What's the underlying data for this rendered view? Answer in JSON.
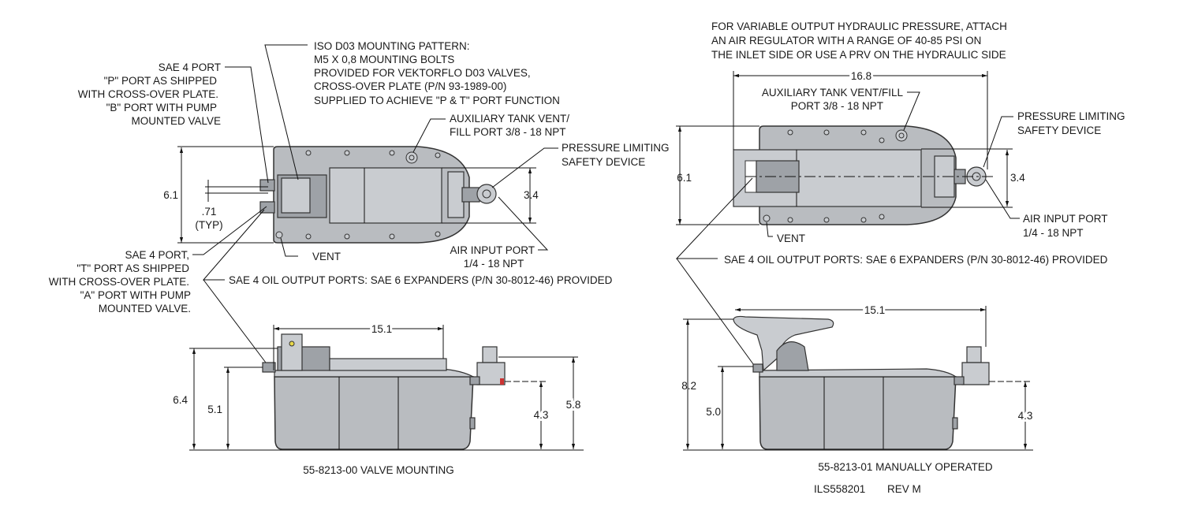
{
  "left": {
    "sae4_p_port": [
      "SAE 4 PORT",
      "\"P\" PORT AS SHIPPED",
      "WITH CROSS-OVER PLATE.",
      "\"B\" PORT WITH PUMP",
      "MOUNTED VALVE"
    ],
    "iso_note": [
      "ISO D03 MOUNTING PATTERN:",
      "M5 X 0,8 MOUNTING BOLTS",
      "PROVIDED FOR VEKTORFLO D03 VALVES,",
      "CROSS-OVER PLATE (P/N 93-1989-00)",
      "SUPPLIED TO ACHIEVE \"P & T\" PORT FUNCTION"
    ],
    "aux_tank": [
      "AUXILIARY TANK VENT/",
      "FILL PORT 3/8 - 18 NPT"
    ],
    "pressure_device": [
      "PRESSURE LIMITING",
      "SAFETY DEVICE"
    ],
    "sae4_t_port": [
      "SAE 4 PORT,",
      "\"T\" PORT AS SHIPPED",
      "WITH CROSS-OVER PLATE.",
      "\"A\" PORT WITH PUMP",
      "MOUNTED VALVE."
    ],
    "vent": "VENT",
    "air_input": [
      "AIR INPUT PORT",
      "1/4 - 18 NPT"
    ],
    "oil_ports": "SAE 4 OIL OUTPUT PORTS: SAE 6  EXPANDERS (P/N 30-8012-46) PROVIDED",
    "dims": {
      "width_top": "6.1",
      "port_spacing": ".71",
      "typ": "(TYP)",
      "air_height": "3.4",
      "length": "15.1",
      "height_total": "6.4",
      "height_port": "5.1",
      "height_air": "4.3",
      "height_valve": "5.8"
    },
    "caption": "55-8213-00 VALVE MOUNTING"
  },
  "right": {
    "note": [
      "FOR VARIABLE OUTPUT HYDRAULIC PRESSURE, ATTACH",
      "AN AIR REGULATOR WITH A RANGE OF 40-85 PSI ON",
      "THE INLET SIDE OR USE A PRV ON THE HYDRAULIC SIDE"
    ],
    "aux_tank": [
      "AUXILIARY TANK VENT/FILL",
      "PORT 3/8 - 18 NPT"
    ],
    "pressure_device": [
      "PRESSURE LIMITING",
      "SAFETY DEVICE"
    ],
    "vent": "VENT",
    "air_input": [
      "AIR INPUT PORT",
      "1/4 - 18 NPT"
    ],
    "oil_ports": "SAE 4 OIL OUTPUT PORTS: SAE 6  EXPANDERS (P/N 30-8012-46) PROVIDED",
    "dims": {
      "overall_length": "16.8",
      "width_top": "6.1",
      "air_height": "3.4",
      "length": "15.1",
      "height_total": "8.2",
      "height_port": "5.0",
      "height_air": "4.3"
    },
    "caption": "55-8213-01 MANUALLY OPERATED",
    "drawing_number": "ILS558201",
    "revision": "REV M"
  }
}
